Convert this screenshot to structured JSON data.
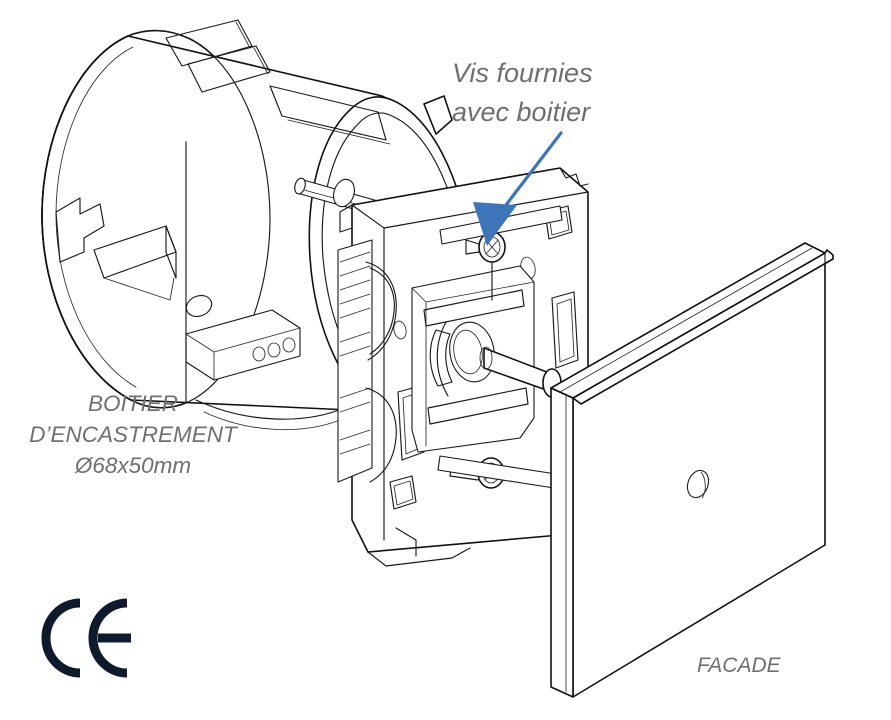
{
  "document": {
    "kind": "technical-installation-diagram",
    "background_color": "#ffffff",
    "line_color": "#111111",
    "label_color": "#6f6f6f",
    "accent_color": "#3e74b8",
    "ce_color": "#0f1b2d"
  },
  "callouts": {
    "screws": {
      "name": "vis-fournies-callout",
      "line1": "Vis fournies",
      "line2": "avec boitier",
      "arrow_color": "#3e74b8"
    }
  },
  "parts": {
    "box": {
      "name": "boitier-d-encastrement",
      "line1": "BOITIER",
      "line2": "D’ENCASTREMENT",
      "line3": "Ø68x50mm"
    },
    "mechanism": {
      "name": "mecanisme-interrupteur"
    },
    "faceplate": {
      "name": "facade",
      "label": "FACADE"
    }
  },
  "marks": {
    "ce": {
      "name": "ce-marking",
      "text": "CE"
    }
  }
}
